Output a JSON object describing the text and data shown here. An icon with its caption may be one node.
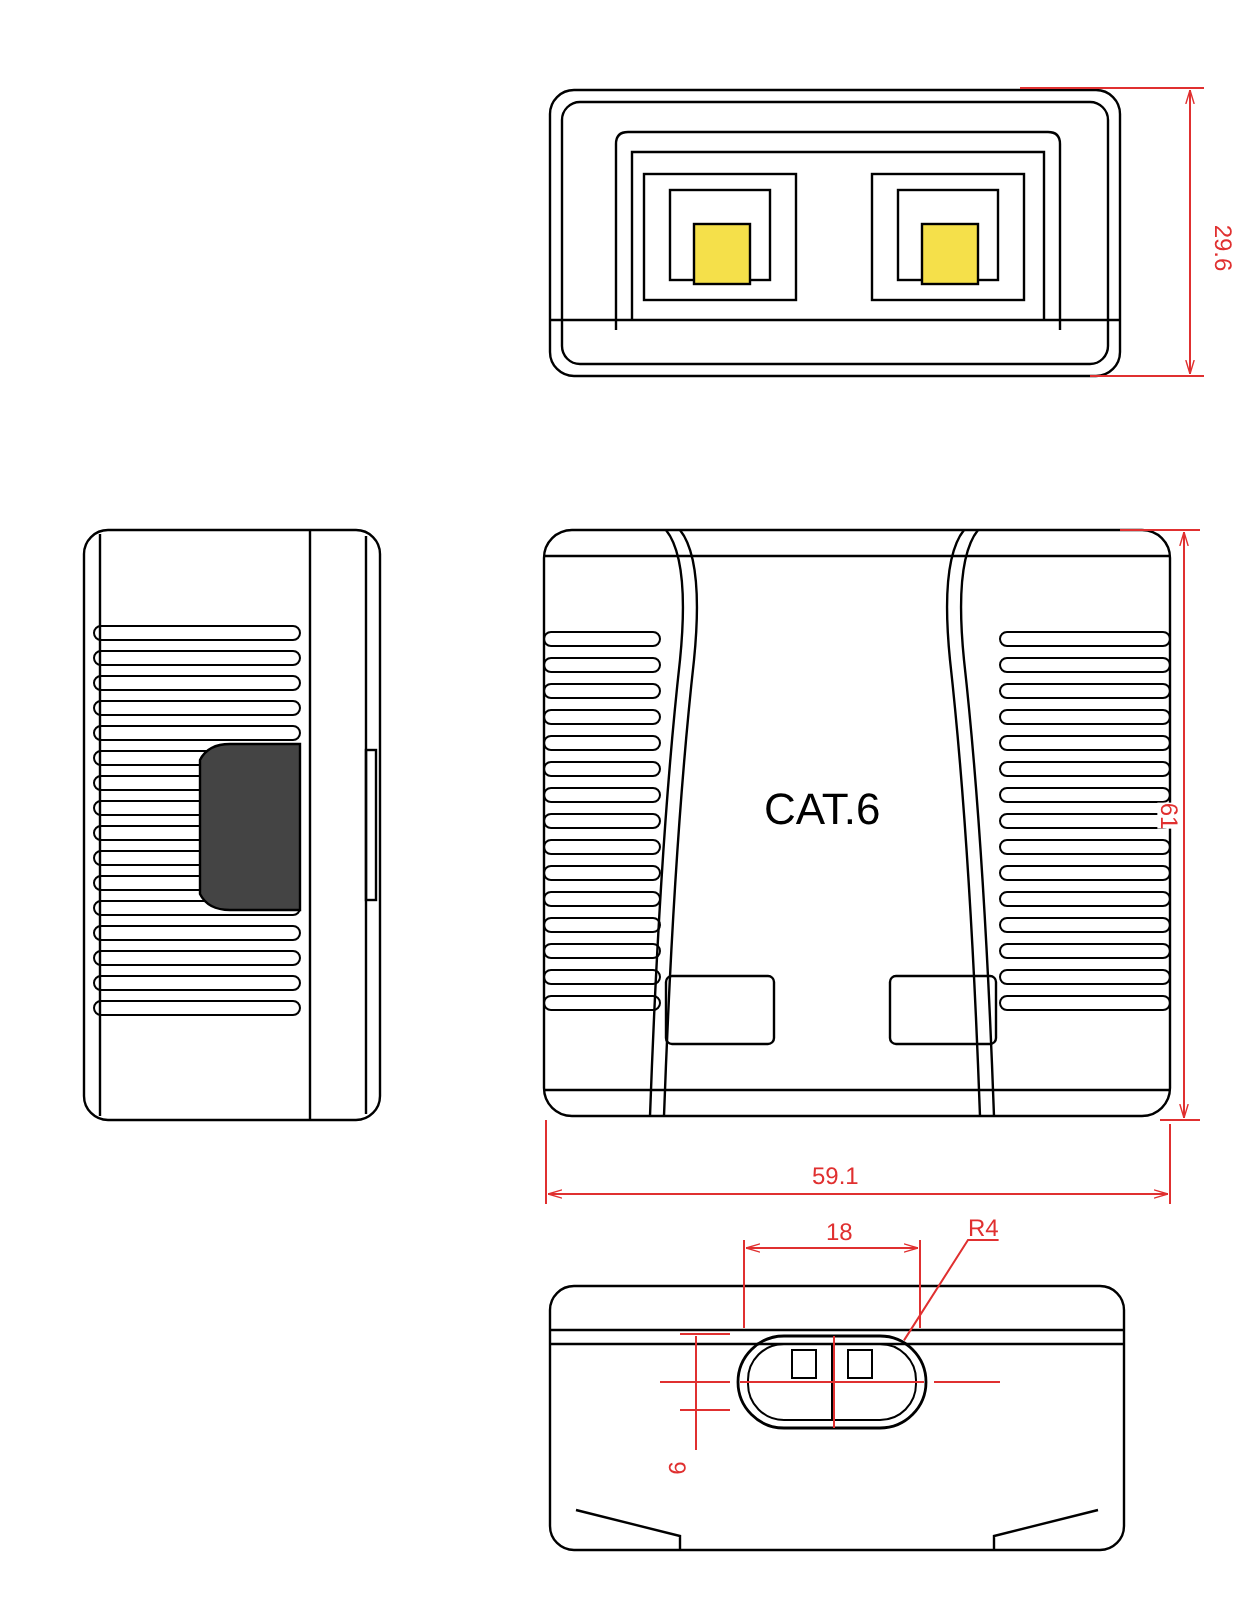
{
  "diagram": {
    "nodes": [
      {
        "text": [
          "R4"
        ]
      },
      {
        "text": [],
        "shape": "oval"
      }
    ],
    "edges": [
      {
        "from": 0,
        "to": 1,
        "arrow": "none"
      }
    ],
    "labels": [
      "29.6",
      "CAT.6",
      "61",
      "59.1",
      "18",
      "9"
    ]
  }
}
